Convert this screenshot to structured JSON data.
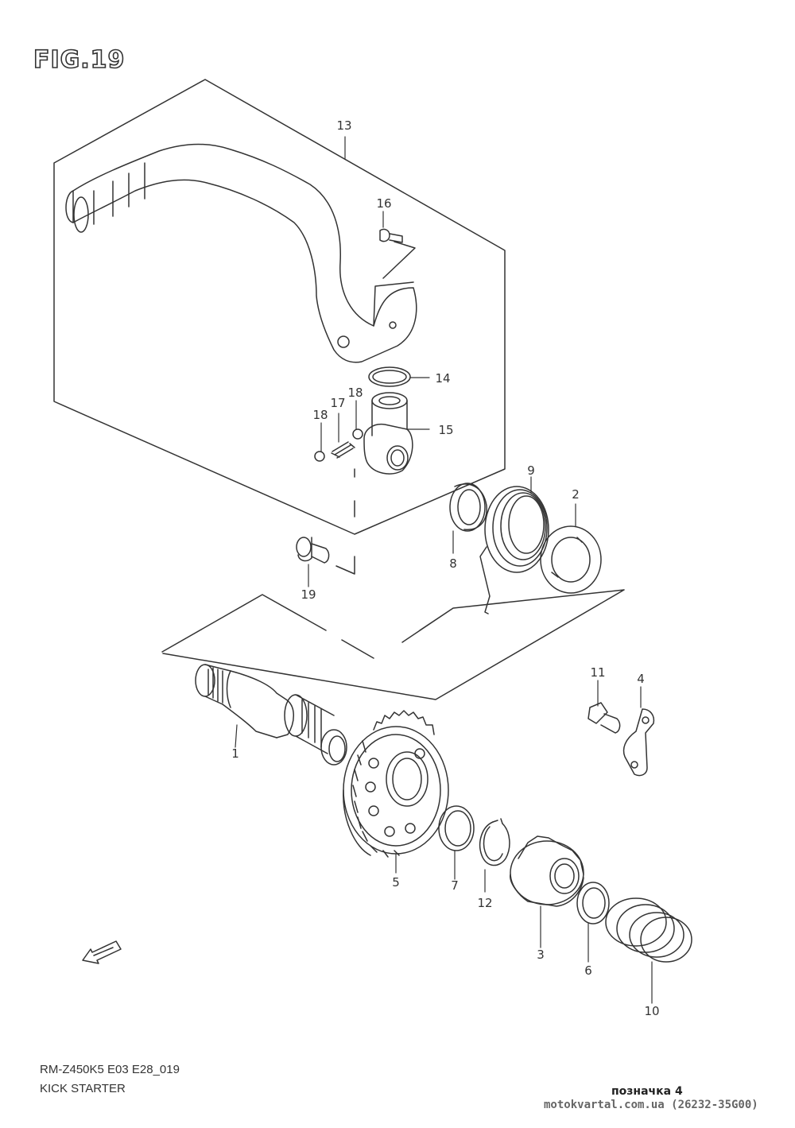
{
  "figure": {
    "title": "FIG.19"
  },
  "parts": [
    {
      "number": "1"
    },
    {
      "number": "2"
    },
    {
      "number": "3"
    },
    {
      "number": "4"
    },
    {
      "number": "5"
    },
    {
      "number": "6"
    },
    {
      "number": "7"
    },
    {
      "number": "8"
    },
    {
      "number": "9"
    },
    {
      "number": "10"
    },
    {
      "number": "11"
    },
    {
      "number": "12"
    },
    {
      "number": "13"
    },
    {
      "number": "14"
    },
    {
      "number": "15"
    },
    {
      "number": "16"
    },
    {
      "number": "17"
    },
    {
      "number": "18"
    },
    {
      "number": "18"
    },
    {
      "number": "19"
    }
  ],
  "footer": {
    "model_code": "RM-Z450K5 E03 E28_019",
    "section_title": "KICK STARTER",
    "note": "позначка 4",
    "watermark": "motokvartal.com.ua (26232-35G00)"
  },
  "icons": {
    "front_arrow": "front-direction-arrow-icon"
  }
}
